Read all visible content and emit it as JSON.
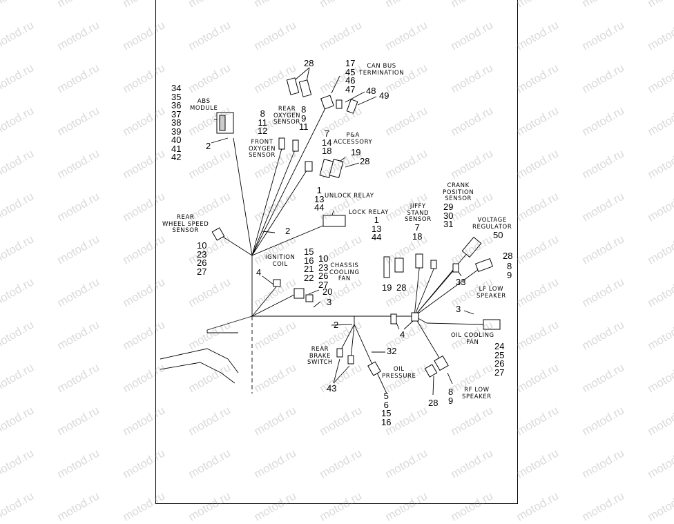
{
  "watermark": "motod.ru",
  "labels": {
    "abs_module": "ABS\nMODULE",
    "can_bus": "CAN BUS\nTERMINATION",
    "rear_o2": "REAR\nOXYGEN\nSENSOR",
    "front_o2": "FRONT\nOXYGEN\nSENSOR",
    "pa_accessory": "P&A\nACCESSORY",
    "unlock_relay": "UNLOCK RELAY",
    "lock_relay": "LOCK RELAY",
    "jiffy": "JIFFY\nSTAND\nSENSOR",
    "crank": "CRANK\nPOSITION\nSENSOR",
    "voltage_reg": "VOLTAGE\nREGULATOR",
    "rear_wss": "REAR\nWHEEL SPEED\nSENSOR",
    "ignition_coil": "IGNITION\nCOIL",
    "chassis_fan": "CHASSIS\nCOOLING\nFAN",
    "lf_speaker": "LF LOW\nSPEAKER",
    "oil_fan": "OIL COOLING\nFAN",
    "rear_brake": "REAR\nBRAKE\nSWITCH",
    "oil_pressure": "OIL\nPRESSURE",
    "rf_speaker": "RF LOW\nSPEAKER"
  },
  "numbers": {
    "n28_top": "28",
    "n_can": "17\n45\n46\n47",
    "n48": "48",
    "n49": "49",
    "n_abs": "34\n35\n36\n37\n38\n39\n40\n41\n42",
    "n2_abs": "2",
    "n_front_o2": "8\n11\n12",
    "n_rear_o2": "8\n9\n11",
    "n_pa": "7\n14\n18",
    "n19_pa": "19",
    "n28_pa": "28",
    "n_unlock": "1\n13\n44",
    "n_lock": "1\n13\n44",
    "n2_mid": "2",
    "n_jiffy": "7\n18",
    "n_crank": "29\n30\n31",
    "n50": "50",
    "n_rear_wss": "10\n23\n26\n27",
    "n_ign": "15\n16\n21\n22",
    "n_fan": "10\n23\n26\n27",
    "n4_ign": "4",
    "n20": "20",
    "n3_left": "3",
    "n19_mid": "19",
    "n28_mid": "28",
    "n33": "33",
    "n28_lf": "28",
    "n89_lf": "8\n9",
    "n3_right": "3",
    "n2_low": "2",
    "n4_low": "4",
    "n_oil_fan": "24\n25\n26\n27",
    "n32": "32",
    "n43": "43",
    "n_oil_p": "5\n6\n15\n16",
    "n28_rf": "28",
    "n89_rf": "8\n9"
  }
}
